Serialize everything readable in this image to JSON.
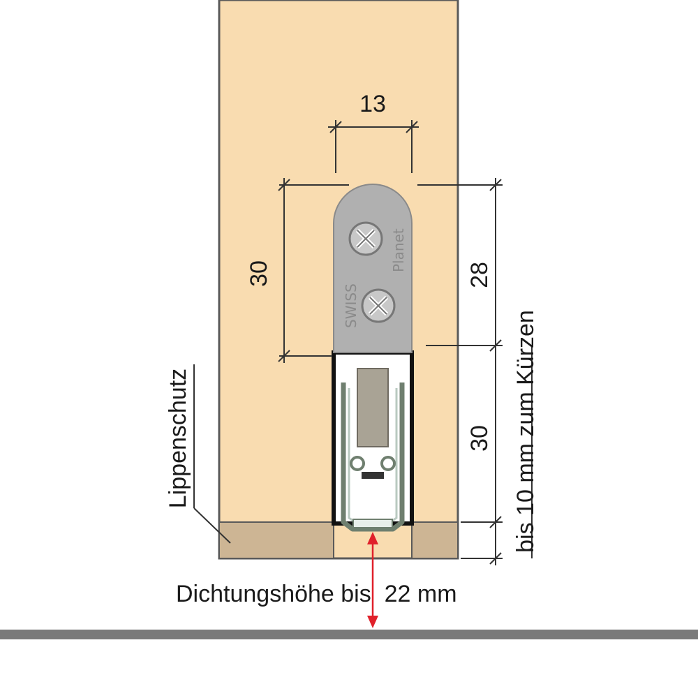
{
  "dimensions": {
    "width_top": "13",
    "plate_height": "30",
    "plate_height_right": "28",
    "seal_height": "30",
    "cut_note": "bis 10 mm zum Kürzen"
  },
  "labels": {
    "lip_protection": "Lippenschutz",
    "seal_height": "Dichtungshöhe bis  22 mm"
  },
  "brand": {
    "top": "Planet",
    "bottom": "SWISS"
  },
  "colors": {
    "door": "#f9dcb0",
    "lip_guard": "#cdb594",
    "plate": "#b0b0b0",
    "floor": "#7a7a7a",
    "arrow": "#e0202a"
  }
}
